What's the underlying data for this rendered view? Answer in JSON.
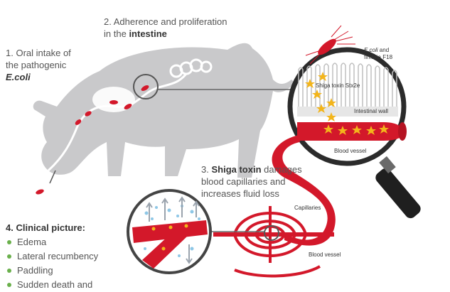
{
  "steps": {
    "s1": {
      "num": "1.",
      "line1": "Oral intake of",
      "line2": "the pathogenic",
      "emph": "E.coli"
    },
    "s2": {
      "num": "2.",
      "line1": "Adherence and proliferation",
      "line2_pre": "in the",
      "emph": "intestine"
    },
    "s3": {
      "num": "3.",
      "emph": "Shiga toxin",
      "line1_post": "damages",
      "line2": "blood capillaries and",
      "line3": "increases fluid loss"
    },
    "s4": {
      "title": "4. Clinical picture:",
      "items": [
        "Edema",
        "Lateral recumbency",
        "Paddling",
        "Sudden death and"
      ]
    }
  },
  "labels": {
    "ecoli": "E.coli",
    "ecoli_post": "and",
    "fimbria": "fimbria F18",
    "shiga": "Shiga toxin Stx2e",
    "intestinal_wall": "Intestinal wall",
    "blood_vessel_mag": "Blood vessel",
    "capillaries": "Capillaries",
    "blood_vessel": "Blood vessel"
  },
  "colors": {
    "pig": "#c9c9cb",
    "red": "#d3182a",
    "star": "#f3b51b",
    "accent": "#6ab04c",
    "glass": "#2b2b2b"
  }
}
